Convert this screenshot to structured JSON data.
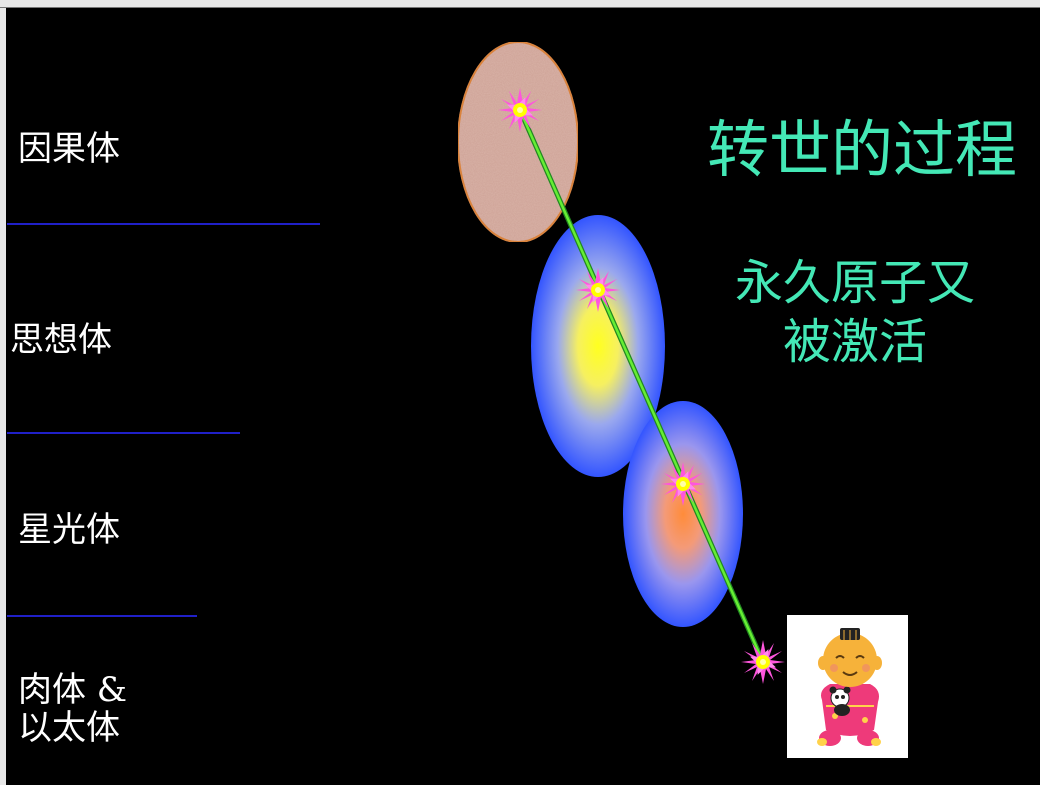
{
  "labels": {
    "causal": "因果体",
    "mental": "思想体",
    "astral": "星光体",
    "physical_line1": "肉体  &",
    "physical_line2": "以太体"
  },
  "title": {
    "main": "转世的过程",
    "sub_line1": "永久原子又",
    "sub_line2": "被激活"
  },
  "colors": {
    "background": "#000000",
    "label_text": "#ffffff",
    "title_text": "#44e8b6",
    "separator": "#2020c8",
    "connector": "#66ee33",
    "starburst": "#ff55dd",
    "starburst_core": "#ffff00",
    "causal_fill": "#d9b3a8",
    "causal_stroke": "#e08a40",
    "mental_core": "#ffff20",
    "astral_core": "#ff8c3a",
    "aura_outer": "#3355ff"
  },
  "icons": {
    "starburst": "starburst-icon",
    "baby": "baby-illustration"
  }
}
